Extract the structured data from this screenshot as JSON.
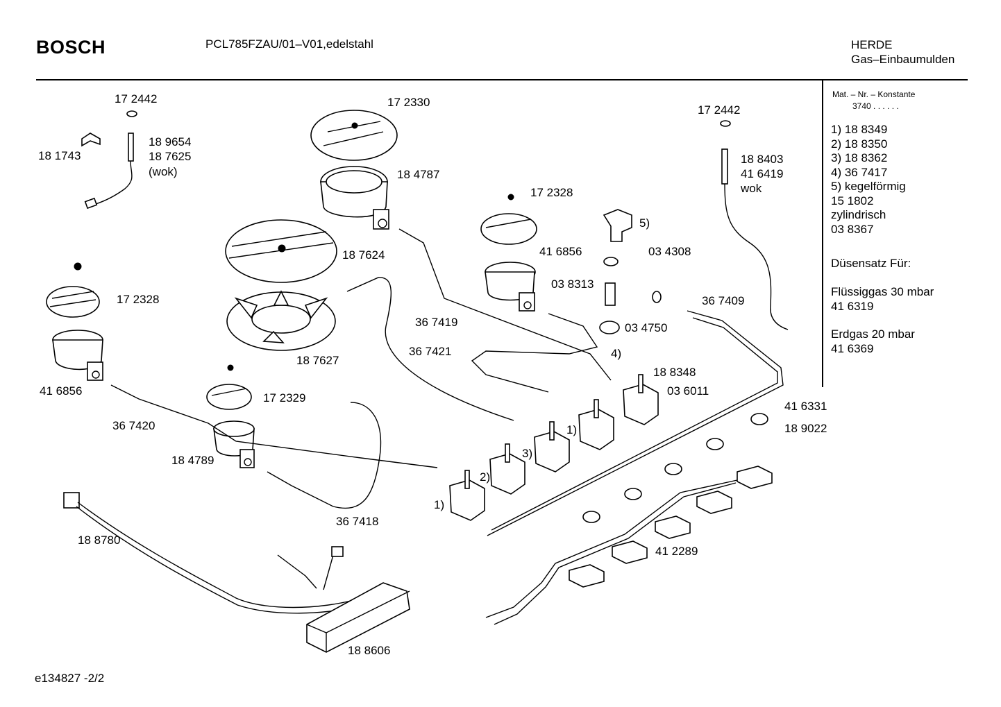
{
  "header": {
    "brand": "BOSCH",
    "model": "PCL785FZAU/01–V01,edelstahl",
    "category": "HERDE",
    "subcategory": "Gas–Einbaumulden"
  },
  "legend": {
    "heading": "Mat. – Nr. – Konstante",
    "constant": "3740  .  .   .  .  .  .",
    "items": [
      "1)  18 8349",
      "2)  18 8350",
      "3)  18 8362",
      "4)  36 7417",
      "5)  kegelförmig",
      "       15 1802",
      "       zylindrisch",
      "       03 8367"
    ],
    "nozzle_title": "Düsensatz Für:",
    "lpg_label": "Flüssiggas 30 mbar",
    "lpg_number": "41 6319",
    "ng_label": "Erdgas 20 mbar",
    "ng_number": "41 6369"
  },
  "parts": [
    "17 2442",
    "18 1743",
    "18 9654",
    "18 7625",
    "(wok)",
    "17 2330",
    "18 4787",
    "18 7624",
    "18 7627",
    "17 2328",
    "41 6856",
    "17 2329",
    "36 7420",
    "18 4789",
    "36 7419",
    "36 7421",
    "36 7418",
    "18 8780",
    "18 8606",
    "17 2328",
    "41 6856",
    "5)",
    "03 4308",
    "03 8313",
    "03 4750",
    "4)",
    "17 2442",
    "18 8403",
    "41 6419",
    "wok",
    "36 7409",
    "18 8348",
    "03 6011",
    "41 6331",
    "18 9022",
    "41 2289",
    "1)",
    "2)",
    "3)",
    "1)"
  ],
  "footer": {
    "doc_id": "e134827  -2/2"
  }
}
